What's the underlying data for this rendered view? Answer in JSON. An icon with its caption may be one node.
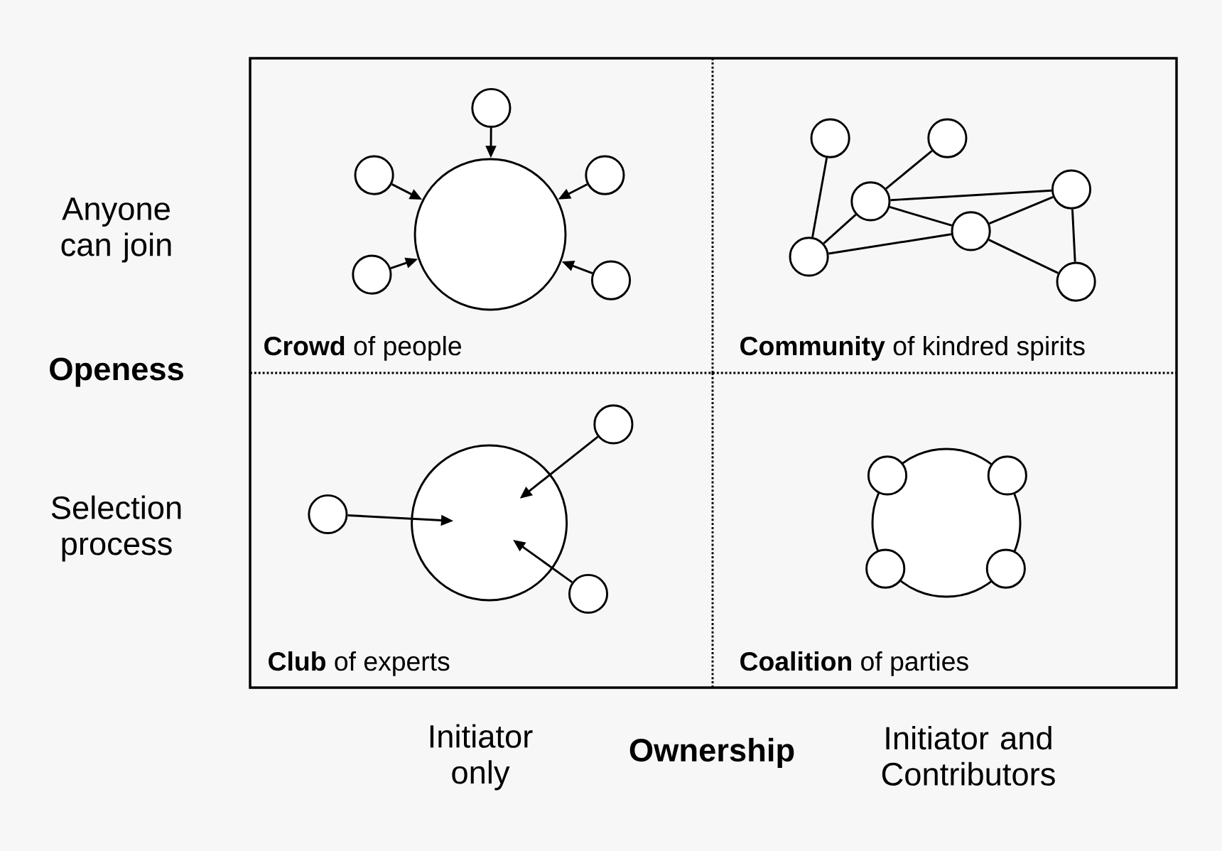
{
  "diagram": {
    "nodes": [
      {
        "text": [
          "**Crowd** of people"
        ]
      },
      {
        "text": [],
        "shape": "circle",
        "in": 0
      },
      {
        "text": [],
        "shape": "circle",
        "in": 0
      },
      {
        "text": [],
        "shape": "circle",
        "in": 0
      },
      {
        "text": [],
        "shape": "circle",
        "in": 0
      },
      {
        "text": [],
        "shape": "circle",
        "in": 0
      },
      {
        "text": [],
        "shape": "circle",
        "in": 0
      },
      {
        "text": [
          "**Community** of kindred spirits"
        ]
      },
      {
        "text": [],
        "shape": "circle",
        "in": 7
      },
      {
        "text": [],
        "shape": "circle",
        "in": 7
      },
      {
        "text": [],
        "shape": "circle",
        "in": 7
      },
      {
        "text": [],
        "shape": "circle",
        "in": 7
      },
      {
        "text": [],
        "shape": "circle",
        "in": 7
      },
      {
        "text": [],
        "shape": "circle",
        "in": 7
      },
      {
        "text": [],
        "shape": "circle",
        "in": 7
      },
      {
        "text": [
          "**Club** of experts"
        ]
      },
      {
        "text": [],
        "shape": "circle",
        "in": 15
      },
      {
        "text": [],
        "shape": "circle",
        "in": 15
      },
      {
        "text": [],
        "shape": "circle",
        "in": 15
      },
      {
        "text": [],
        "shape": "circle",
        "in": 15
      },
      {
        "text": [
          "**Coalition** of parties"
        ]
      },
      {
        "text": [],
        "shape": "circle",
        "in": 20
      },
      {
        "text": [],
        "shape": "circle",
        "in": 20
      },
      {
        "text": [],
        "shape": "circle",
        "in": 20
      },
      {
        "text": [],
        "shape": "circle",
        "in": 20
      },
      {
        "text": [],
        "shape": "circle",
        "in": 20
      }
    ],
    "edges": [
      {
        "from": 1,
        "to": 4,
        "arrow": "to"
      },
      {
        "from": 2,
        "to": 4,
        "arrow": "to"
      },
      {
        "from": 3,
        "to": 4,
        "arrow": "to"
      },
      {
        "from": 5,
        "to": 4,
        "arrow": "to"
      },
      {
        "from": 6,
        "to": 4,
        "arrow": "to"
      },
      {
        "from": 8,
        "to": 13,
        "arrow": "none"
      },
      {
        "from": 9,
        "to": 11,
        "arrow": "none"
      },
      {
        "from": 11,
        "to": 10,
        "arrow": "none"
      },
      {
        "from": 11,
        "to": 12,
        "arrow": "none"
      },
      {
        "from": 13,
        "to": 11,
        "arrow": "none"
      },
      {
        "from": 13,
        "to": 12,
        "arrow": "none"
      },
      {
        "from": 12,
        "to": 10,
        "arrow": "none"
      },
      {
        "from": 12,
        "to": 14,
        "arrow": "none"
      },
      {
        "from": 10,
        "to": 14,
        "arrow": "none"
      },
      {
        "from": 16,
        "to": 18,
        "arrow": "to"
      },
      {
        "from": 17,
        "to": 18,
        "arrow": "to"
      },
      {
        "from": 19,
        "to": 18,
        "arrow": "to"
      }
    ],
    "labels": [
      "Anyone can join",
      "Openess",
      "Selection process",
      "Initiator only",
      "Ownership",
      "Initiator and Contributors"
    ]
  }
}
